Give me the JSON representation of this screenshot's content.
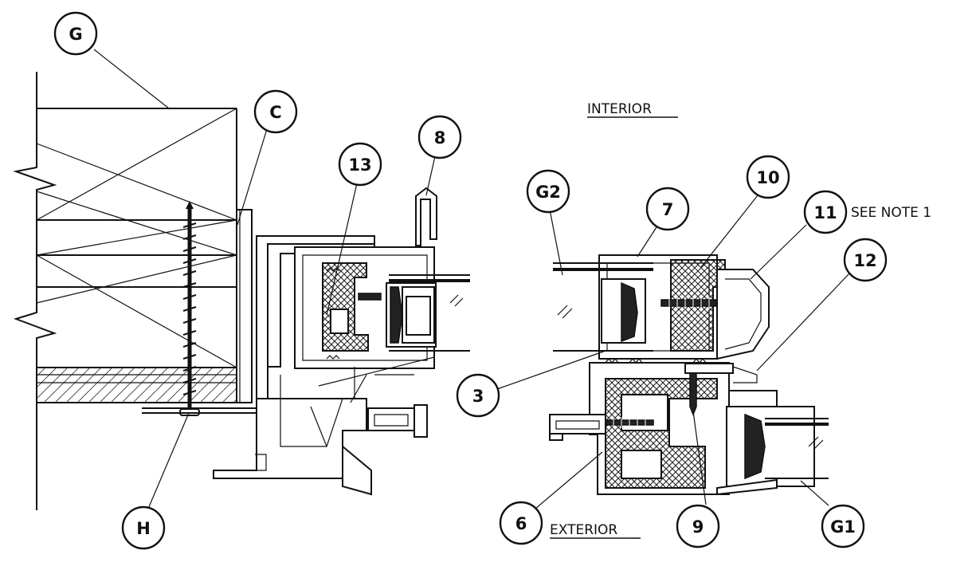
{
  "labels": {
    "interior": "INTERIOR",
    "exterior": "EXTERIOR",
    "note": "SEE NOTE 1"
  },
  "callouts": {
    "G": "G",
    "C": "C",
    "H": "H",
    "n13": "13",
    "n8": "8",
    "n3": "3",
    "G2": "G2",
    "n7": "7",
    "n10": "10",
    "n11": "11",
    "n12": "12",
    "n6": "6",
    "n9": "9",
    "G1": "G1"
  }
}
